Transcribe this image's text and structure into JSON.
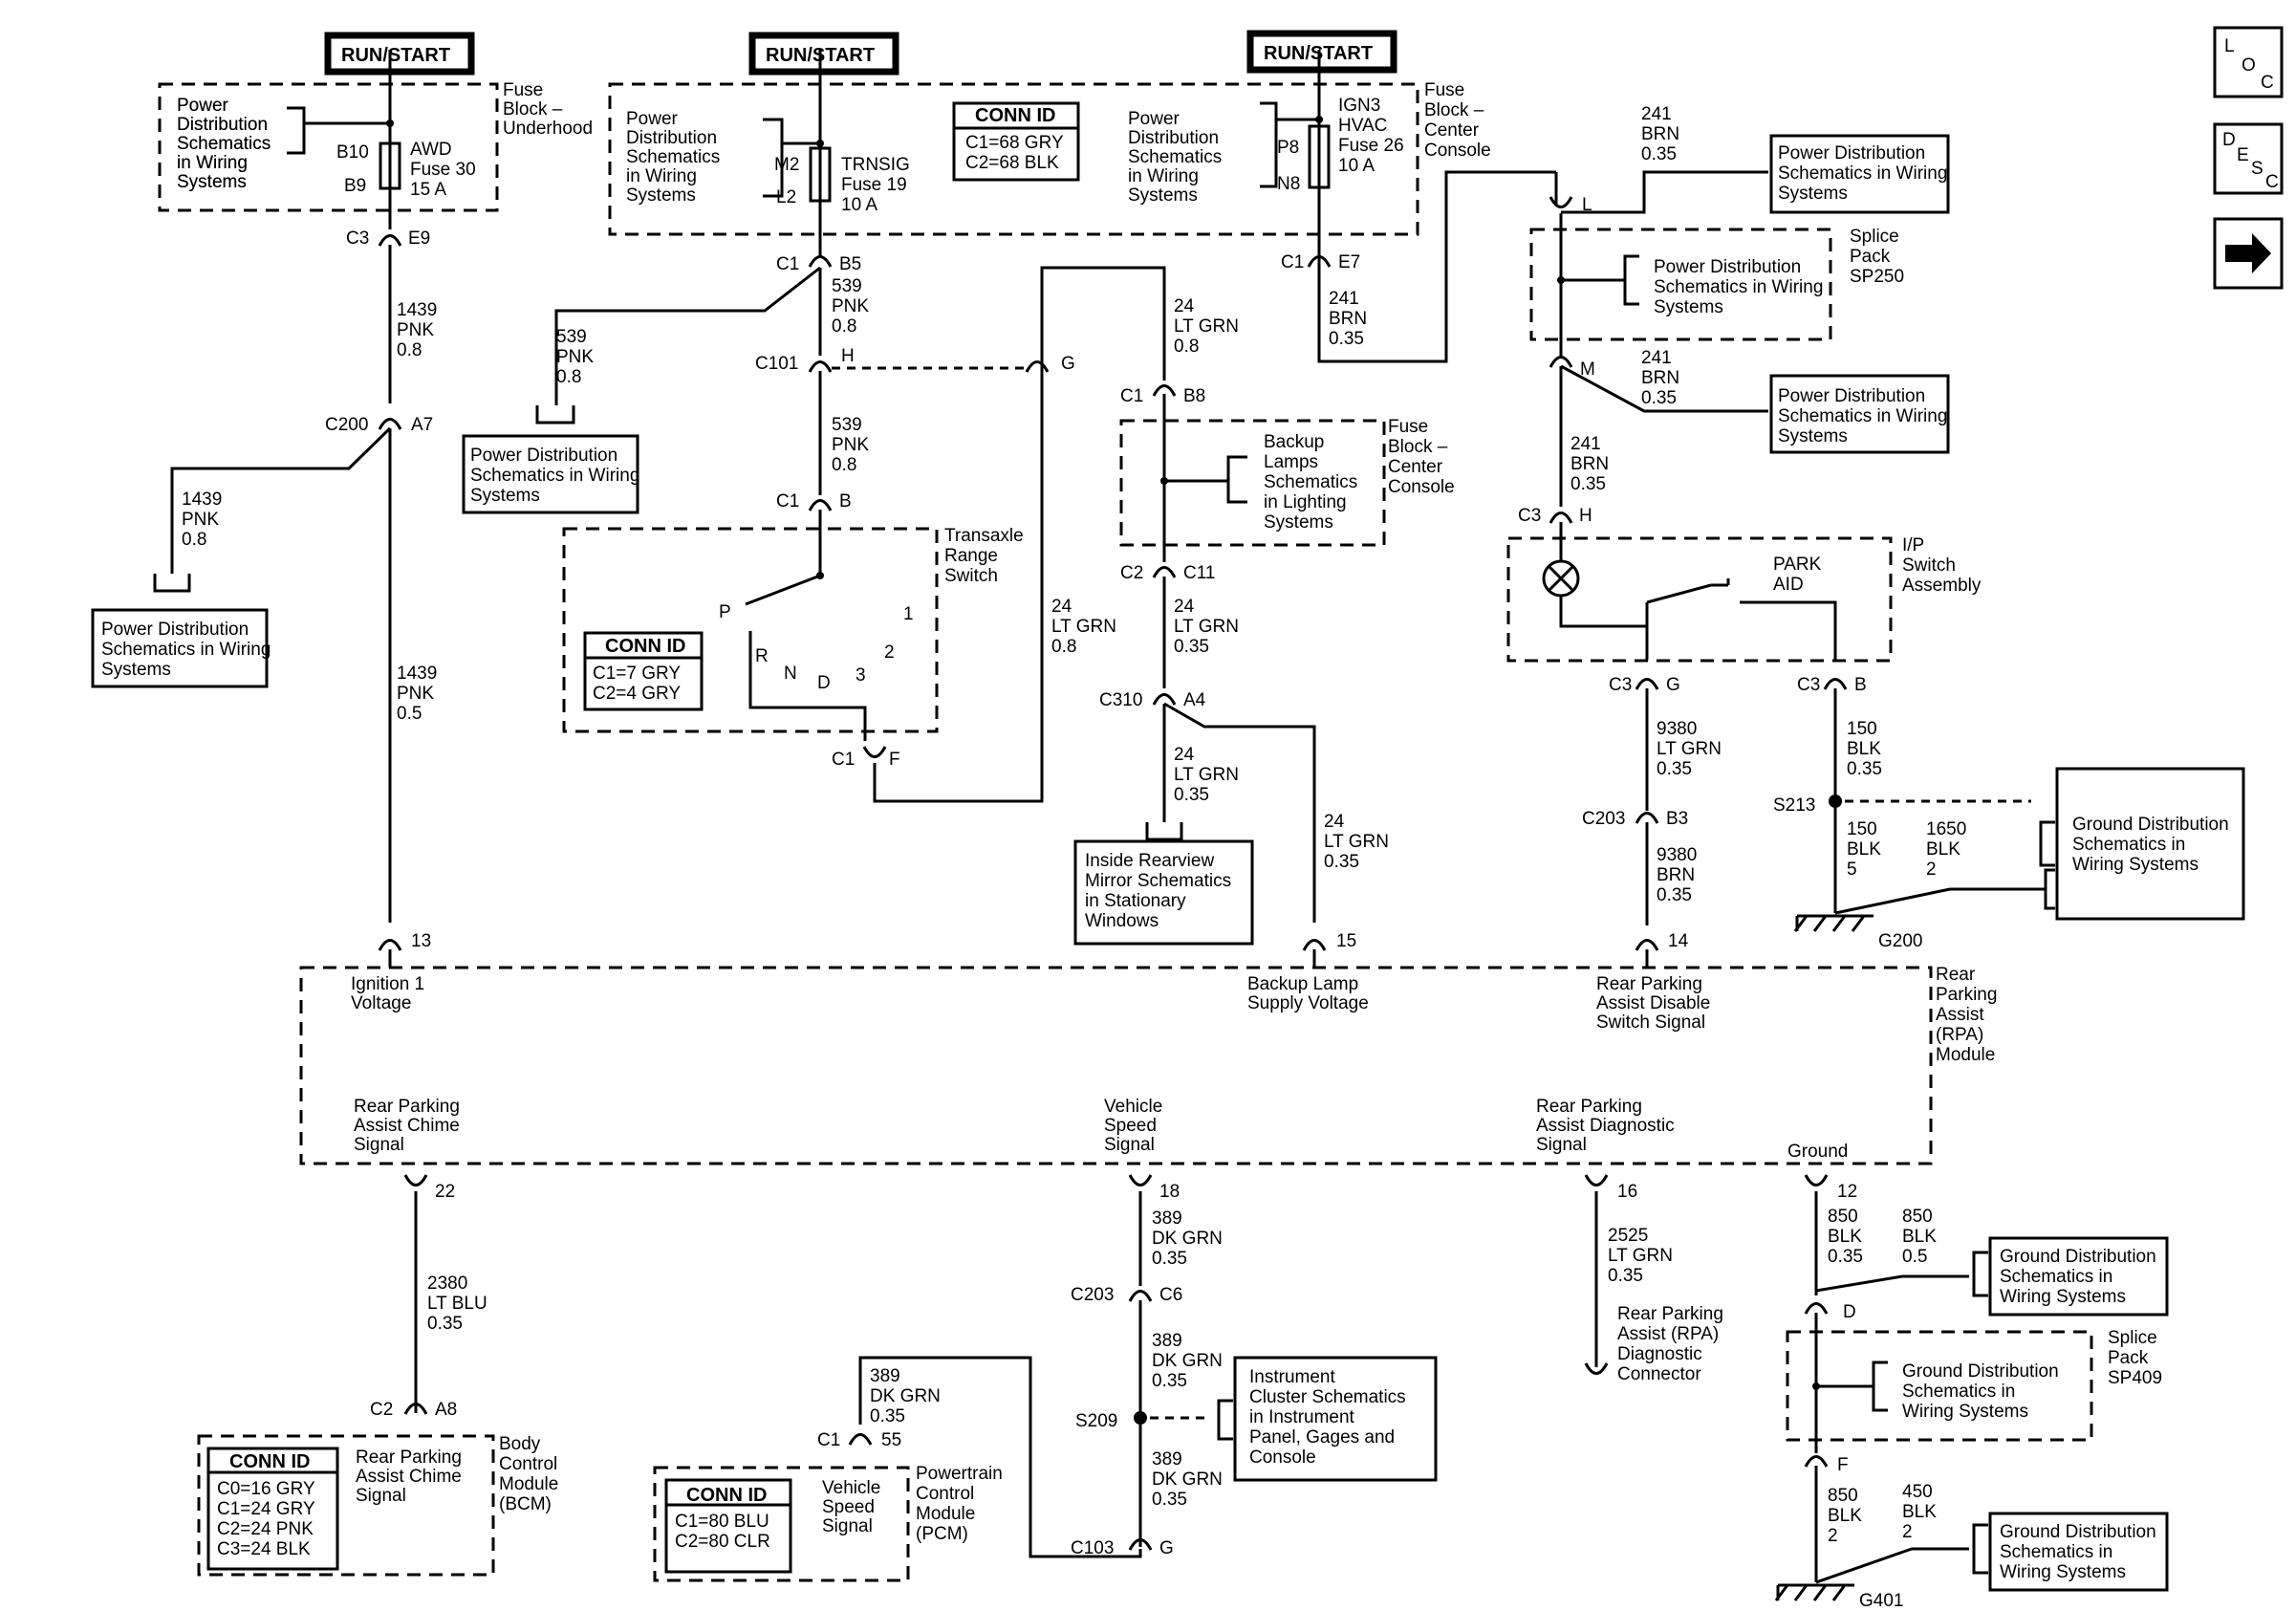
{
  "nav": {
    "loc": [
      "L",
      "O",
      "C"
    ],
    "desc": [
      "D",
      "E",
      "S",
      "C"
    ],
    "next": "next-arrow"
  },
  "run_start": "RUN/START",
  "pd": [
    "Power Distribution",
    "Schematics in Wiring",
    "Systems"
  ],
  "pd4": [
    "Power",
    "Distribution",
    "Schematics",
    "in Wiring",
    "Systems"
  ],
  "gd": [
    "Ground Distribution",
    "Schematics in",
    "Wiring Systems"
  ],
  "fuse_uh": {
    "block": [
      "Fuse",
      "Block –",
      "Underhood"
    ],
    "pins": [
      "B10",
      "B9"
    ],
    "name": [
      "AWD",
      "Fuse 30",
      "15 A"
    ],
    "conn": [
      "C3",
      "E9"
    ]
  },
  "fuse_cc": {
    "block": [
      "Fuse",
      "Block –",
      "Center",
      "Console"
    ],
    "conn_id": {
      "title": "CONN ID",
      "rows": [
        "C1=68 GRY",
        "C2=68 BLK"
      ]
    },
    "f19": {
      "pins": [
        "M2",
        "L2"
      ],
      "name": [
        "TRNSIG",
        "Fuse 19",
        "10 A"
      ]
    },
    "f26": {
      "pins": [
        "P8",
        "N8"
      ],
      "name": [
        "IGN3",
        "HVAC",
        "Fuse 26",
        "10 A"
      ]
    },
    "c1_b5": [
      "C1",
      "B5"
    ],
    "c1_e7": [
      "C1",
      "E7"
    ]
  },
  "wires": {
    "w1439a": [
      "1439",
      "PNK",
      "0.8"
    ],
    "w1439b": [
      "1439",
      "PNK",
      "0.8"
    ],
    "w1439c": [
      "1439",
      "PNK",
      "0.5"
    ],
    "w539a": [
      "539",
      "PNK",
      "0.8"
    ],
    "w539b": [
      "539",
      "PNK",
      "0.8"
    ],
    "w539c": [
      "539",
      "PNK",
      "0.8"
    ],
    "w24a": [
      "24",
      "LT GRN",
      "0.8"
    ],
    "w24b": [
      "24",
      "LT GRN",
      "0.8"
    ],
    "w24c": [
      "24",
      "LT GRN",
      "0.35"
    ],
    "w24d": [
      "24",
      "LT GRN",
      "0.35"
    ],
    "w24e": [
      "24",
      "LT GRN",
      "0.35"
    ],
    "w241a": [
      "241",
      "BRN",
      "0.35"
    ],
    "w241b": [
      "241",
      "BRN",
      "0.35"
    ],
    "w241c": [
      "241",
      "BRN",
      "0.35"
    ],
    "w241d": [
      "241",
      "BRN",
      "0.35"
    ],
    "w9380a": [
      "9380",
      "LT GRN",
      "0.35"
    ],
    "w9380b": [
      "9380",
      "BRN",
      "0.35"
    ],
    "w150a": [
      "150",
      "BLK",
      "0.35"
    ],
    "w150b": [
      "150",
      "BLK",
      "5"
    ],
    "w1650": [
      "1650",
      "BLK",
      "2"
    ],
    "w2380": [
      "2380",
      "LT BLU",
      "0.35"
    ],
    "w389a": [
      "389",
      "DK GRN",
      "0.35"
    ],
    "w389b": [
      "389",
      "DK GRN",
      "0.35"
    ],
    "w389c": [
      "389",
      "DK GRN",
      "0.35"
    ],
    "w389d": [
      "389",
      "DK GRN",
      "0.35"
    ],
    "w2525": [
      "2525",
      "LT GRN",
      "0.35"
    ],
    "w850a": [
      "850",
      "BLK",
      "0.35"
    ],
    "w850b": [
      "850",
      "BLK",
      "0.5"
    ],
    "w850c": [
      "850",
      "BLK",
      "2"
    ],
    "w450": [
      "450",
      "BLK",
      "2"
    ]
  },
  "conns": {
    "c200": [
      "C200",
      "A7"
    ],
    "c101": [
      "C101",
      "H",
      "G"
    ],
    "c1b": [
      "C1",
      "B"
    ],
    "c1f": [
      "C1",
      "F"
    ],
    "c1b8": [
      "C1",
      "B8"
    ],
    "c2c11": [
      "C2",
      "C11"
    ],
    "c310": [
      "C310",
      "A4"
    ],
    "l": "L",
    "m": "M",
    "c3h": [
      "C3",
      "H"
    ],
    "c3g": [
      "C3",
      "G"
    ],
    "c3b": [
      "C3",
      "B"
    ],
    "c203b3": [
      "C203",
      "B3"
    ],
    "s213": "S213",
    "g200": "G200",
    "p13": "13",
    "p15": "15",
    "p14": "14",
    "p22": "22",
    "p18": "18",
    "p16": "16",
    "p12": "12",
    "c2a8": [
      "C2",
      "A8"
    ],
    "c203c6": [
      "C203",
      "C6"
    ],
    "s209": "S209",
    "c103": [
      "C103",
      "G"
    ],
    "c1_55": [
      "C1",
      "55"
    ],
    "d": "D",
    "f": "F",
    "g401": "G401"
  },
  "trs": {
    "title": [
      "Transaxle",
      "Range",
      "Switch"
    ],
    "conn_id": {
      "title": "CONN ID",
      "rows": [
        "C1=7 GRY",
        "C2=4 GRY"
      ]
    },
    "pos": [
      "P",
      "R",
      "N",
      "D",
      "3",
      "2",
      "1"
    ]
  },
  "backup_lamps": [
    "Backup",
    "Lamps",
    "Schematics",
    "in Lighting",
    "Systems"
  ],
  "mirror": [
    "Inside Rearview",
    "Mirror Schematics",
    "in Stationary",
    "Windows"
  ],
  "sp250": [
    "Splice",
    "Pack",
    "SP250"
  ],
  "ip_switch": {
    "title": [
      "I/P",
      "Switch",
      "Assembly"
    ],
    "park": [
      "PARK",
      "AID"
    ]
  },
  "rpa": {
    "title": [
      "Rear",
      "Parking",
      "Assist",
      "(RPA)",
      "Module"
    ],
    "ign": [
      "Ignition 1",
      "Voltage"
    ],
    "backup": [
      "Backup Lamp",
      "Supply Voltage"
    ],
    "disable": [
      "Rear Parking",
      "Assist Disable",
      "Switch Signal"
    ],
    "chime": [
      "Rear Parking",
      "Assist Chime",
      "Signal"
    ],
    "vss": [
      "Vehicle",
      "Speed",
      "Signal"
    ],
    "diag": [
      "Rear Parking",
      "Assist Diagnostic",
      "Signal"
    ],
    "ground": "Ground"
  },
  "bcm": {
    "title": [
      "Body",
      "Control",
      "Module",
      "(BCM)"
    ],
    "conn_id": {
      "title": "CONN ID",
      "rows": [
        "C0=16 GRY",
        "C1=24 GRY",
        "C2=24 PNK",
        "C3=24 BLK"
      ]
    },
    "signal": [
      "Rear Parking",
      "Assist Chime",
      "Signal"
    ]
  },
  "pcm": {
    "title": [
      "Powertrain",
      "Control",
      "Module",
      "(PCM)"
    ],
    "conn_id": {
      "title": "CONN ID",
      "rows": [
        "C1=80 BLU",
        "C2=80 CLR"
      ]
    },
    "signal": [
      "Vehicle",
      "Speed",
      "Signal"
    ]
  },
  "ipc": [
    "Instrument",
    "Cluster Schematics",
    "in Instrument",
    "Panel, Gages and",
    "Console"
  ],
  "dlc": [
    "Rear Parking",
    "Assist (RPA)",
    "Diagnostic",
    "Connector"
  ],
  "sp409": [
    "Splice",
    "Pack",
    "SP409"
  ]
}
